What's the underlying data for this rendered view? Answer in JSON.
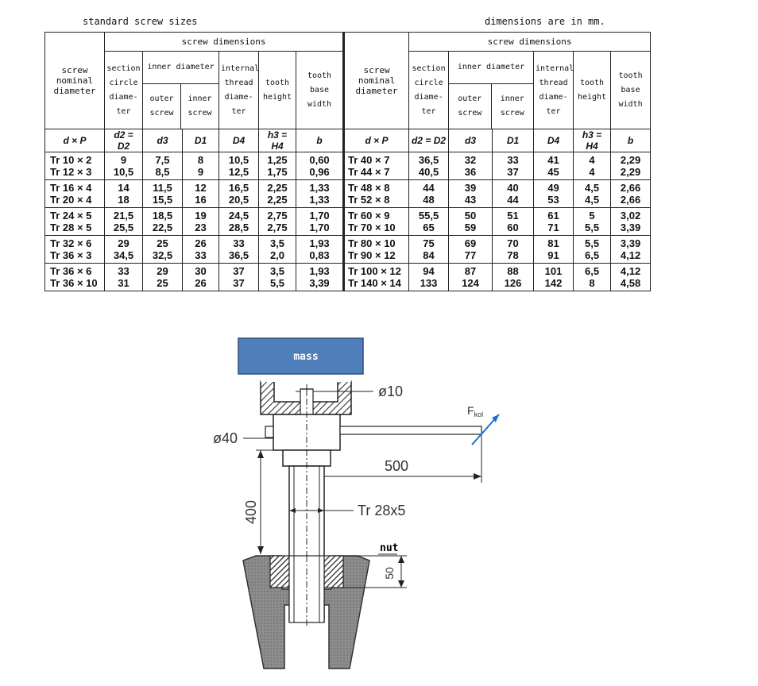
{
  "title_left": "standard screw sizes",
  "title_right": "dimensions are in mm.",
  "group_header": "screw dimensions",
  "headers": {
    "nominal": [
      "screw",
      "nominal",
      "diameter"
    ],
    "section": [
      "section",
      "circle",
      "diame-",
      "ter"
    ],
    "inner_diameter": "inner diameter",
    "outer_screw": [
      "outer",
      "screw"
    ],
    "inner_screw": [
      "inner",
      "screw"
    ],
    "internal": [
      "internal",
      "thread",
      "diame-",
      "ter"
    ],
    "tooth_height": [
      "tooth",
      "height"
    ],
    "tooth_base": [
      "tooth",
      "base",
      "width"
    ]
  },
  "symbols": [
    "d × P",
    "d2 = D2",
    "d3",
    "D1",
    "D4",
    "h3 = H4",
    "b"
  ],
  "left_rows": [
    [
      [
        "Tr 10 × 2",
        "Tr 12 × 3"
      ],
      [
        "9",
        "10,5"
      ],
      [
        "7,5",
        "8,5"
      ],
      [
        "8",
        "9"
      ],
      [
        "10,5",
        "12,5"
      ],
      [
        "1,25",
        "1,75"
      ],
      [
        "0,60",
        "0,96"
      ]
    ],
    [
      [
        "Tr 16 × 4",
        "Tr 20 × 4"
      ],
      [
        "14",
        "18"
      ],
      [
        "11,5",
        "15,5"
      ],
      [
        "12",
        "16"
      ],
      [
        "16,5",
        "20,5"
      ],
      [
        "2,25",
        "2,25"
      ],
      [
        "1,33",
        "1,33"
      ]
    ],
    [
      [
        "Tr 24 × 5",
        "Tr 28 × 5"
      ],
      [
        "21,5",
        "25,5"
      ],
      [
        "18,5",
        "22,5"
      ],
      [
        "19",
        "23"
      ],
      [
        "24,5",
        "28,5"
      ],
      [
        "2,75",
        "2,75"
      ],
      [
        "1,70",
        "1,70"
      ]
    ],
    [
      [
        "Tr 32 × 6",
        "Tr 36 × 3"
      ],
      [
        "29",
        "34,5"
      ],
      [
        "25",
        "32,5"
      ],
      [
        "26",
        "33"
      ],
      [
        "33",
        "36,5"
      ],
      [
        "3,5",
        "2,0"
      ],
      [
        "1,93",
        "0,83"
      ]
    ],
    [
      [
        "Tr 36 × 6",
        "Tr 36 × 10"
      ],
      [
        "33",
        "31"
      ],
      [
        "29",
        "25"
      ],
      [
        "30",
        "26"
      ],
      [
        "37",
        "37"
      ],
      [
        "3,5",
        "5,5"
      ],
      [
        "1,93",
        "3,39"
      ]
    ]
  ],
  "right_rows": [
    [
      [
        "Tr 40 × 7",
        "Tr 44 × 7"
      ],
      [
        "36,5",
        "40,5"
      ],
      [
        "32",
        "36"
      ],
      [
        "33",
        "37"
      ],
      [
        "41",
        "45"
      ],
      [
        "4",
        "4"
      ],
      [
        "2,29",
        "2,29"
      ]
    ],
    [
      [
        "Tr 48 × 8",
        "Tr 52 × 8"
      ],
      [
        "44",
        "48"
      ],
      [
        "39",
        "43"
      ],
      [
        "40",
        "44"
      ],
      [
        "49",
        "53"
      ],
      [
        "4,5",
        "4,5"
      ],
      [
        "2,66",
        "2,66"
      ]
    ],
    [
      [
        "Tr 60 × 9",
        "Tr 70 × 10"
      ],
      [
        "55,5",
        "65"
      ],
      [
        "50",
        "59"
      ],
      [
        "51",
        "60"
      ],
      [
        "61",
        "71"
      ],
      [
        "5",
        "5,5"
      ],
      [
        "3,02",
        "3,39"
      ]
    ],
    [
      [
        "Tr 80 × 10",
        "Tr 90 × 12"
      ],
      [
        "75",
        "84"
      ],
      [
        "69",
        "77"
      ],
      [
        "70",
        "78"
      ],
      [
        "81",
        "91"
      ],
      [
        "5,5",
        "6,5"
      ],
      [
        "3,39",
        "4,12"
      ]
    ],
    [
      [
        "Tr 100 × 12",
        "Tr 140 × 14"
      ],
      [
        "94",
        "133"
      ],
      [
        "87",
        "124"
      ],
      [
        "88",
        "126"
      ],
      [
        "101",
        "142"
      ],
      [
        "6,5",
        "8"
      ],
      [
        "4,12",
        "4,58"
      ]
    ]
  ],
  "diagram": {
    "mass_label": "mass",
    "dia10": "ø10",
    "dia40": "ø40",
    "force": "F",
    "force_sub": "kol",
    "len500": "500",
    "len400": "400",
    "thread": "Tr 28x5",
    "nut_label": "nut",
    "len50": "50",
    "mass_color": "#4f7fba"
  }
}
